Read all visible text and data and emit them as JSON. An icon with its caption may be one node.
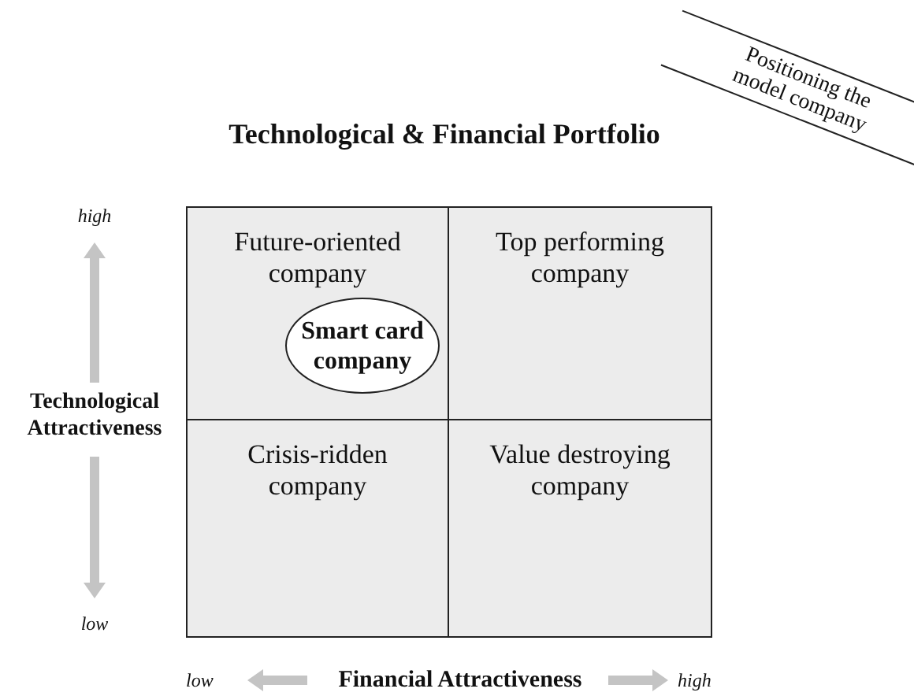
{
  "diagram": {
    "title": "Technological & Financial Portfolio",
    "nodes": [
      {
        "text": [
          "Future-oriented company"
        ]
      },
      {
        "text": [
          "Smart card company"
        ],
        "in": 0
      },
      {
        "text": [
          "Top performing company"
        ]
      },
      {
        "text": [
          "Crisis-ridden company"
        ]
      },
      {
        "text": [
          "Value destroying company"
        ]
      }
    ],
    "labels": [
      "Positioning the model company",
      "high",
      "Technological Attractiveness",
      "low",
      "low",
      "Financial Attractiveness",
      "high"
    ]
  }
}
